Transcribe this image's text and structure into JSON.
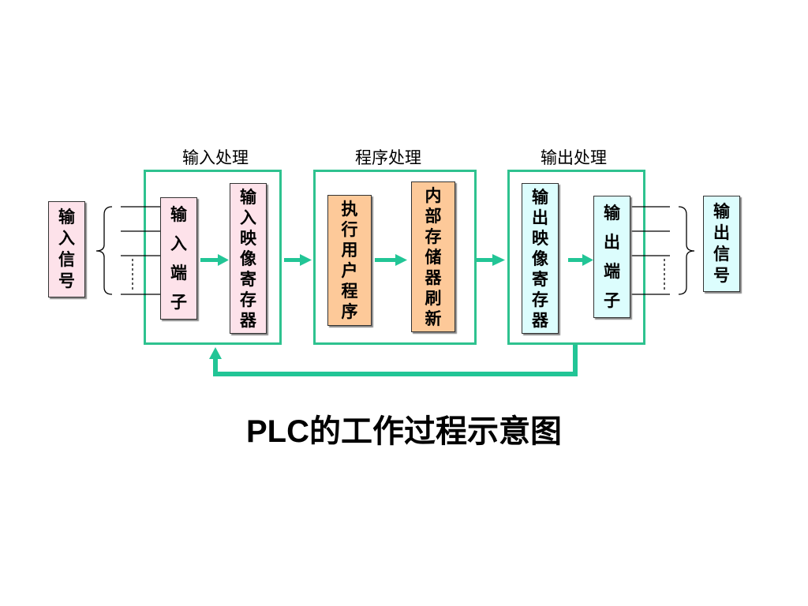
{
  "groups": {
    "input": "输入处理",
    "program": "程序处理",
    "output": "输出处理"
  },
  "blocks": {
    "input_signal": "输入信号",
    "input_terminal": "输入端子",
    "input_image_register": "输入映像寄存器",
    "execute_program": "执行用户程序",
    "memory_refresh": "内部存储器刷新",
    "output_image_register": "输出映像寄存器",
    "output_terminal": "输出端子",
    "output_signal": "输出信号"
  },
  "title": "PLC的工作过程示意图",
  "colors": {
    "group_border": "#2ec28f",
    "arrow": "#22c596",
    "pink": "#fde2ea",
    "orange": "#fdc999",
    "cyan": "#dcfdfd"
  }
}
